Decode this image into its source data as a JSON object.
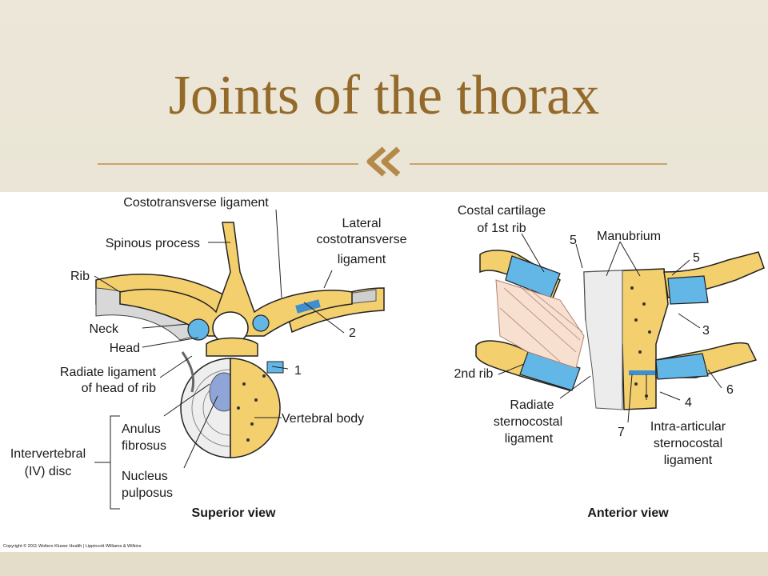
{
  "slide": {
    "title": "Joints of the thorax",
    "accent": "#946a2a",
    "rule_color": "#c8a46a",
    "bullet_icon": "double-chevron-left-icon"
  },
  "superior": {
    "costotransverse_ligament": "Costotransverse ligament",
    "spinous_process": "Spinous process",
    "lateral_ct_1": "Lateral",
    "lateral_ct_2": "costotransverse",
    "lateral_ct_3": "ligament",
    "rib": "Rib",
    "neck": "Neck",
    "head": "Head",
    "radiate_1": "Radiate ligament",
    "radiate_2": "of head of rib",
    "anulus_1": "Anulus",
    "anulus_2": "fibrosus",
    "iv_1": "Intervertebral",
    "iv_2": "(IV) disc",
    "nucleus_1": "Nucleus",
    "nucleus_2": "pulposus",
    "vertebral_body": "Vertebral body",
    "num_1": "1",
    "num_2": "2",
    "view": "Superior view"
  },
  "anterior": {
    "costal_1": "Costal cartilage",
    "costal_2": "of 1st rib",
    "manubrium": "Manubrium",
    "n5a": "5",
    "n5b": "5",
    "n3": "3",
    "n6": "6",
    "n4": "4",
    "n7": "7",
    "second_rib": "2nd rib",
    "radiate_1": "Radiate",
    "radiate_2": "sternocostal",
    "radiate_3": "ligament",
    "intra_1": "Intra-articular",
    "intra_2": "sternocostal",
    "intra_3": "ligament",
    "view": "Anterior view"
  },
  "copyright": "Copyright © 2011 Wolters Kluwer Health | Lippincott Williams & Wilkins",
  "colors": {
    "bone": "#f3cf6e",
    "cartilage": "#63b7e6",
    "disc": "#8fa5d8",
    "ligament": "#cfcfcf"
  }
}
